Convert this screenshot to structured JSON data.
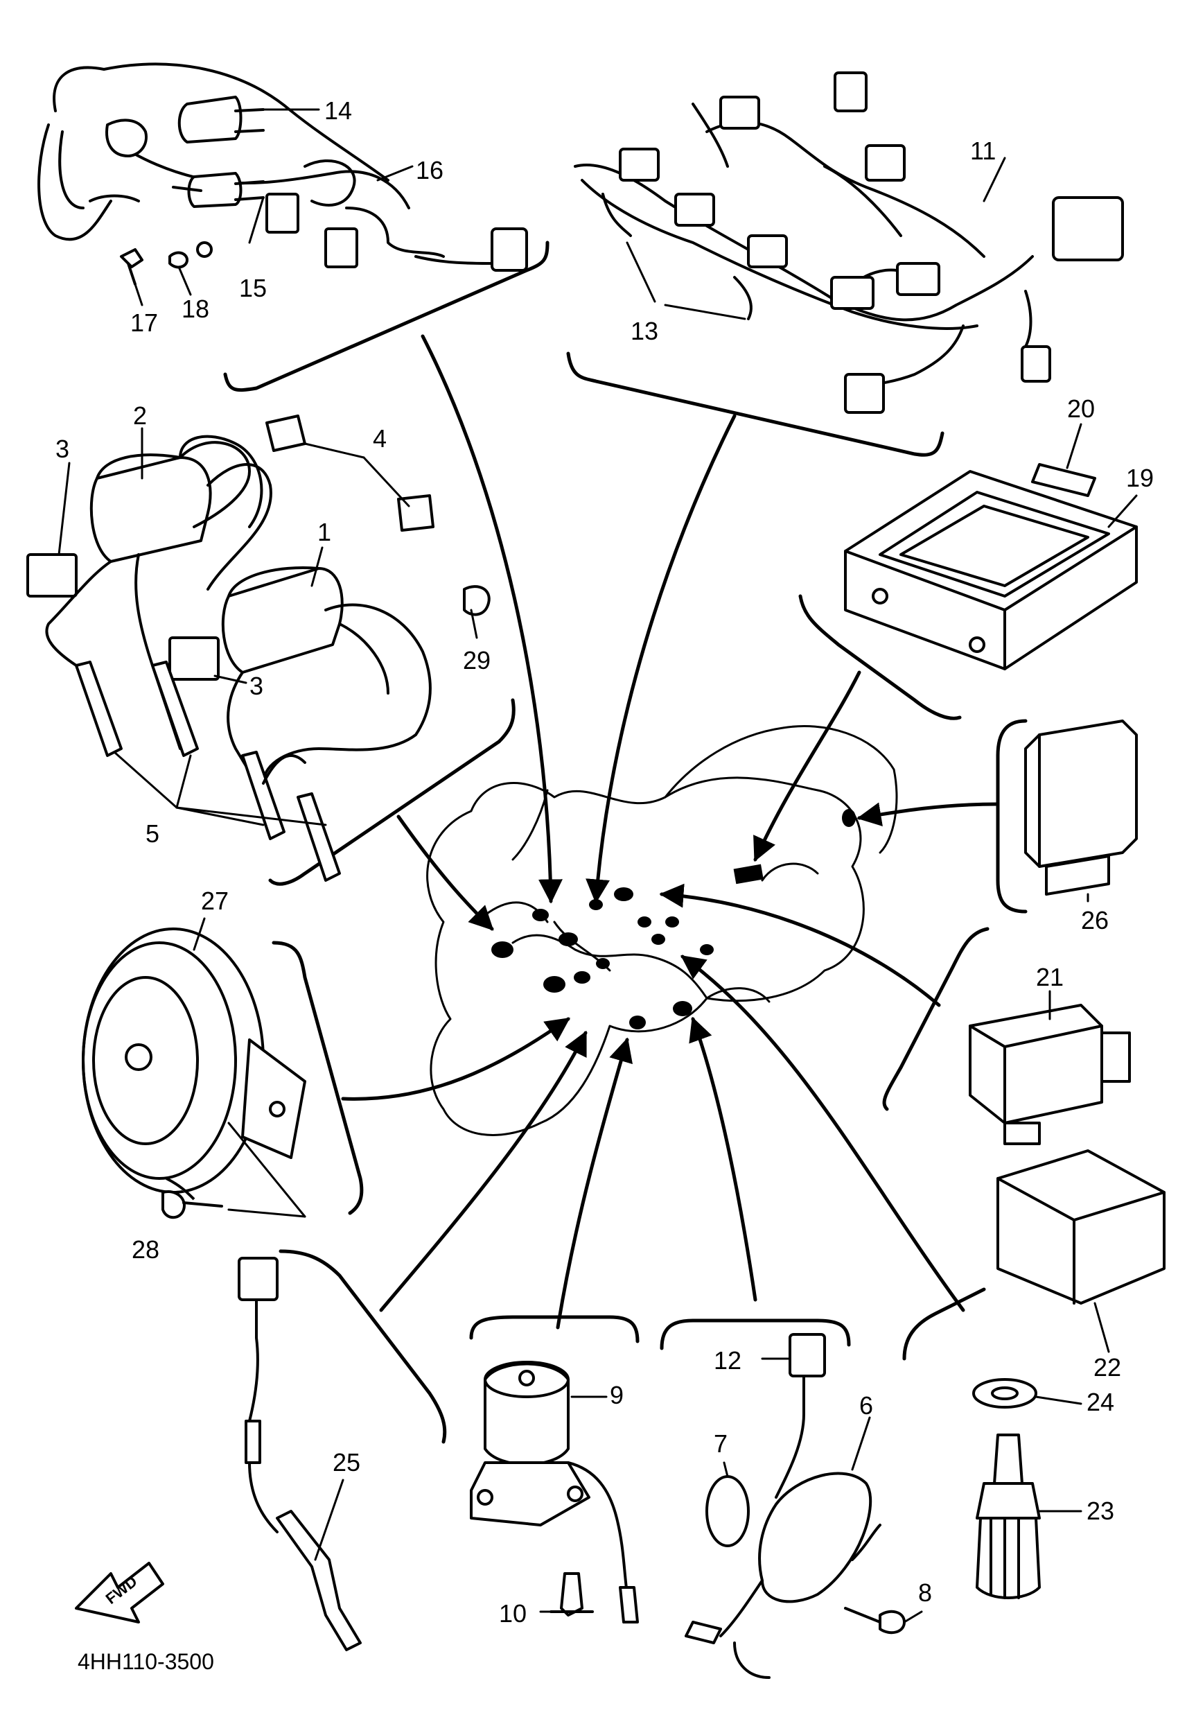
{
  "figure_code": "4HH110-3500",
  "forward_label": "FWD",
  "callouts": {
    "c1": "1",
    "c2": "2",
    "c3a": "3",
    "c3b": "3",
    "c4": "4",
    "c5": "5",
    "c6": "6",
    "c7": "7",
    "c8": "8",
    "c9": "9",
    "c10": "10",
    "c11": "11",
    "c12": "12",
    "c13": "13",
    "c14": "14",
    "c15": "15",
    "c16": "16",
    "c17": "17",
    "c18": "18",
    "c19": "19",
    "c20": "20",
    "c21": "21",
    "c22": "22",
    "c23": "23",
    "c24": "24",
    "c25": "25",
    "c26": "26",
    "c27": "27",
    "c28": "28",
    "c29": "29"
  }
}
